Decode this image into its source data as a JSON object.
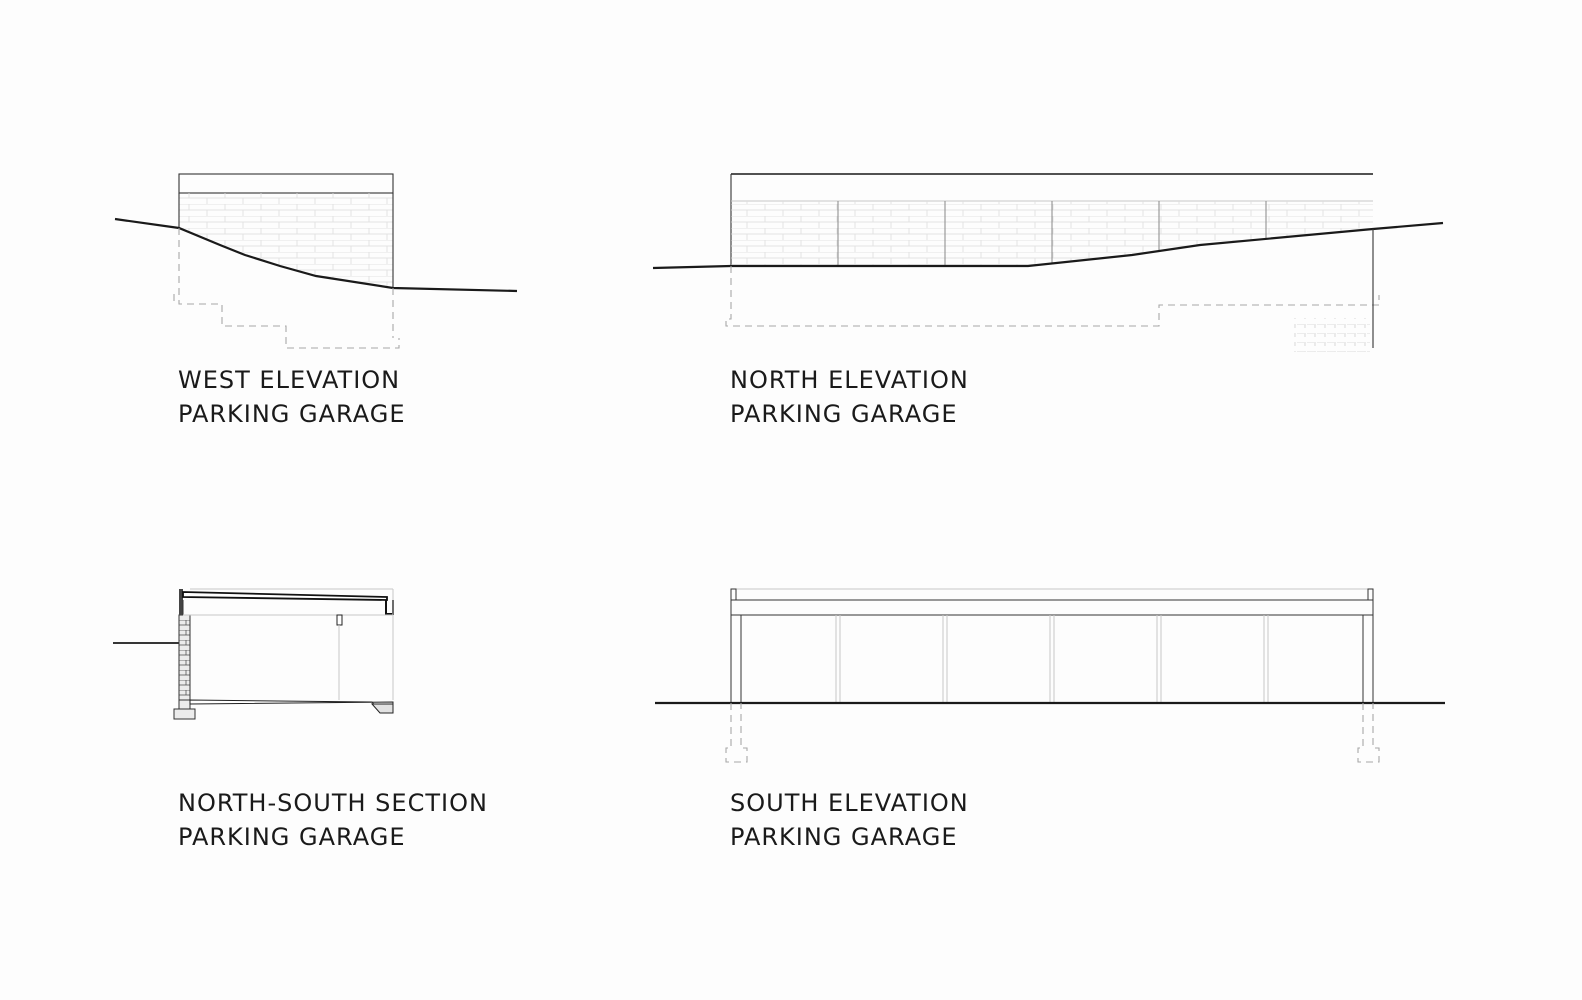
{
  "drawings": [
    {
      "id": "west-elevation",
      "title": "WEST ELEVATION",
      "subtitle": "PARKING GARAGE"
    },
    {
      "id": "north-elevation",
      "title": "NORTH ELEVATION",
      "subtitle": "PARKING GARAGE"
    },
    {
      "id": "north-south-section",
      "title": "NORTH-SOUTH SECTION",
      "subtitle": "PARKING GARAGE"
    },
    {
      "id": "south-elevation",
      "title": "SOUTH ELEVATION",
      "subtitle": "PARKING GARAGE"
    }
  ],
  "colors": {
    "line": "#1a1a1a",
    "hidden_line": "#a8a8a8",
    "brick": "#dedede",
    "background": "#fdfdfd"
  }
}
